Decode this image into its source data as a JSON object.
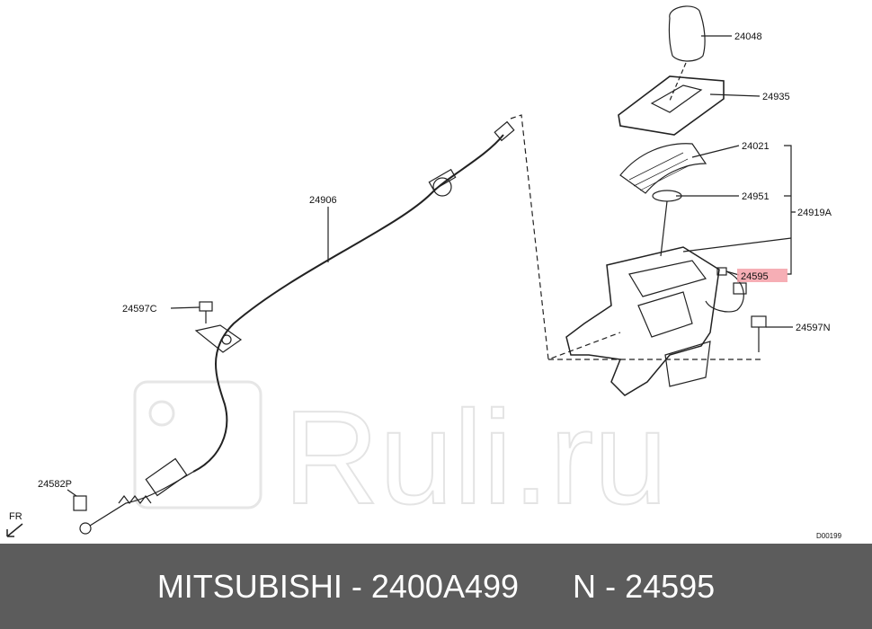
{
  "watermark": {
    "text": "Ruli.ru"
  },
  "parts": {
    "p24048": "24048",
    "p24935": "24935",
    "p24021": "24021",
    "p24951": "24951",
    "p24919A": "24919A",
    "p24595": "24595",
    "p24597N": "24597N",
    "p24906": "24906",
    "p24597C": "24597C",
    "p24582P": "24582P"
  },
  "direction_label": "FR",
  "diagram_code": "D00199",
  "footer": {
    "brand": "MITSUBISHI",
    "separator": "-",
    "part_number": "2400A499",
    "ref_prefix": "N",
    "ref_separator": "-",
    "ref_number": "24595"
  },
  "colors": {
    "highlight": "#f4a0a8",
    "footer_bg": "#5c5c5c",
    "line": "#222222"
  }
}
